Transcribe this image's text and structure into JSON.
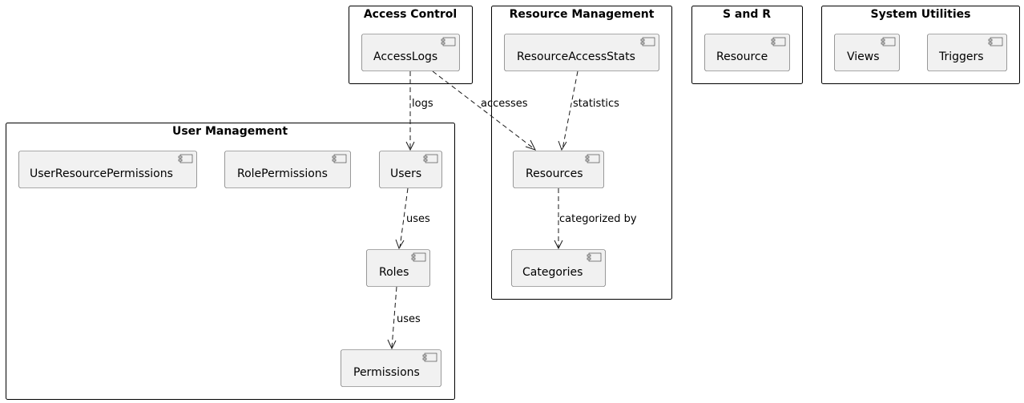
{
  "packages": {
    "access_control": "Access Control",
    "resource_management": "Resource Management",
    "s_and_r": "S and R",
    "system_utilities": "System Utilities",
    "user_management": "User Management"
  },
  "components": {
    "access_logs": "AccessLogs",
    "resource_access_stats": "ResourceAccessStats",
    "resource": "Resource",
    "views": "Views",
    "triggers": "Triggers",
    "user_resource_permissions": "UserResourcePermissions",
    "role_permissions": "RolePermissions",
    "users": "Users",
    "resources": "Resources",
    "roles": "Roles",
    "categories": "Categories",
    "permissions": "Permissions"
  },
  "edges": {
    "logs": "logs",
    "accesses": "accesses",
    "statistics": "statistics",
    "uses_users_roles": "uses",
    "categorized_by": "categorized by",
    "uses_roles_permissions": "uses"
  },
  "colors": {
    "component_fill": "#f1f1f1",
    "component_border": "#5a5a5a",
    "line": "#181818"
  }
}
